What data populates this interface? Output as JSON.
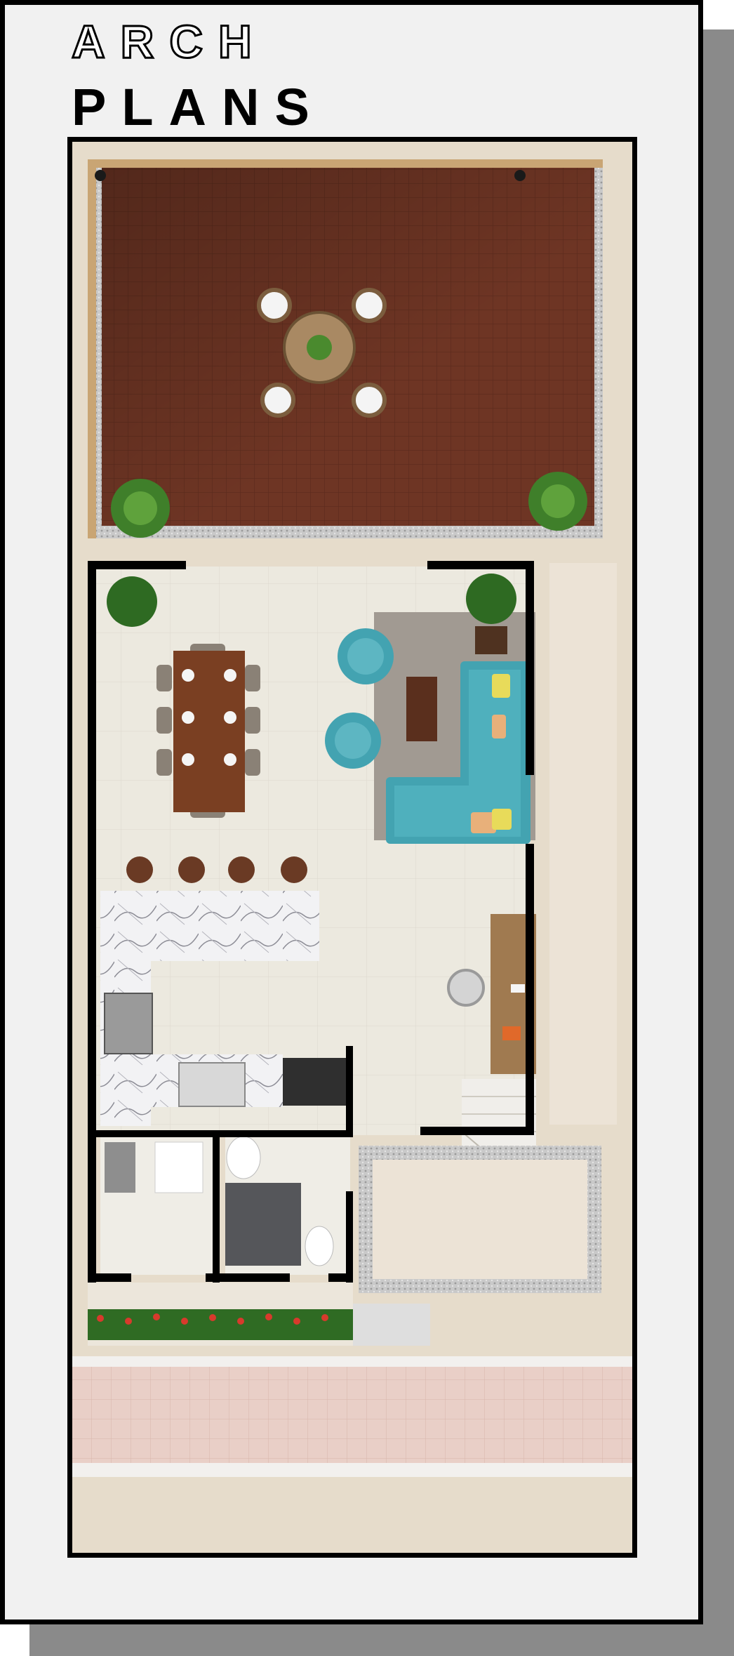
{
  "header": {
    "line1": "ARCH",
    "line2": "PLANS"
  },
  "colors": {
    "frame": "#000000",
    "card": "#f1f1f1",
    "shadow": "#8a8a8a",
    "terrace_tiles": "#6e3524",
    "interior_floor": "#ece9df",
    "sofa": "#43a3b1",
    "sand": "#e6dccb",
    "sidewalk": "#e9cfc7"
  },
  "plan_elements": [
    "terrace",
    "round-table-with-four-chairs",
    "dining-table-with-eight-chairs",
    "l-shaped-sofa",
    "kitchen-island-with-stools",
    "desk",
    "staircase",
    "bathroom",
    "laundry-room",
    "flower-bed",
    "sidewalk"
  ]
}
